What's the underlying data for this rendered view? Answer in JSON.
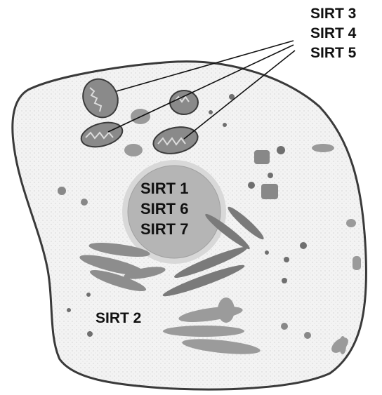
{
  "labels": {
    "mito": [
      "SIRT 3",
      "SIRT 4",
      "SIRT 5"
    ],
    "nucleus": [
      "SIRT 1",
      "SIRT 6",
      "SIRT 7"
    ],
    "cytoplasm": "SIRT 2"
  },
  "colors": {
    "membrane": "#3a3a3a",
    "cytoplasm": "#f1f1f1",
    "nucleus_fill": "#b5b5b5",
    "nucleus_ring": "#d8d8d8",
    "organelle_dark": "#6f6f6f",
    "golgi": "#8d8d8d",
    "er": "#7a7a7a",
    "text": "#111111"
  }
}
